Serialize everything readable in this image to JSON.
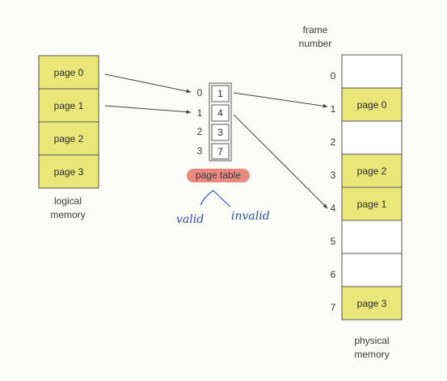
{
  "logical_memory": {
    "pages": [
      "page 0",
      "page 1",
      "page 2",
      "page 3"
    ],
    "label_line1": "logical",
    "label_line2": "memory"
  },
  "page_table": {
    "indices": [
      "0",
      "1",
      "2",
      "3"
    ],
    "frames": [
      "1",
      "4",
      "3",
      "7"
    ],
    "label": "page table"
  },
  "physical_memory": {
    "header_line1": "frame",
    "header_line2": "number",
    "frame_numbers": [
      "0",
      "1",
      "2",
      "3",
      "4",
      "5",
      "6",
      "7"
    ],
    "frame_contents": [
      "",
      "page 0",
      "",
      "page 2",
      "page 1",
      "",
      "",
      "page 3"
    ],
    "label_line1": "physical",
    "label_line2": "memory"
  },
  "annotations": {
    "valid": "valid",
    "invalid": "invalid"
  },
  "colors": {
    "highlight": "#e9e77a",
    "page_table_badge": "#e98a80",
    "handwriting": "#2f4ea8"
  }
}
